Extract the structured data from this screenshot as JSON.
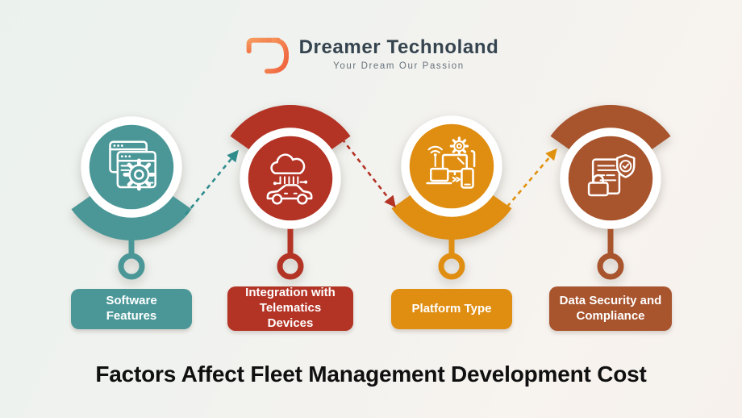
{
  "logo": {
    "monogram": "TD",
    "name": "Dreamer Technoland",
    "tagline": "Your Dream Our Passion",
    "accent_color": "#EE6B3C",
    "name_color": "#35444F"
  },
  "title": "Factors Affect Fleet Management Development Cost",
  "factors": [
    {
      "label": "Software Features",
      "color": "#4B9798",
      "icon": "software-windows-gear-icon",
      "wing": "below"
    },
    {
      "label": "Integration with Telematics Devices",
      "color": "#B33325",
      "icon": "cloud-connected-car-icon",
      "wing": "above"
    },
    {
      "label": "Platform Type",
      "color": "#E08E12",
      "icon": "multi-device-platform-icon",
      "wing": "below"
    },
    {
      "label": "Data Security and Compliance",
      "color": "#A8542D",
      "icon": "document-lock-shield-icon",
      "wing": "above"
    }
  ],
  "arrows": [
    {
      "from": "Software Features",
      "to": "Integration with Telematics Devices",
      "color": "#2F8C8C",
      "style": "dashed"
    },
    {
      "from": "Integration with Telematics Devices",
      "to": "Platform Type",
      "color": "#B33325",
      "style": "dashed"
    },
    {
      "from": "Platform Type",
      "to": "Data Security and Compliance",
      "color": "#E0920F",
      "style": "dashed"
    }
  ],
  "background": {
    "gradient_start": "#ebf2ee",
    "gradient_end": "#f6f1ed"
  }
}
